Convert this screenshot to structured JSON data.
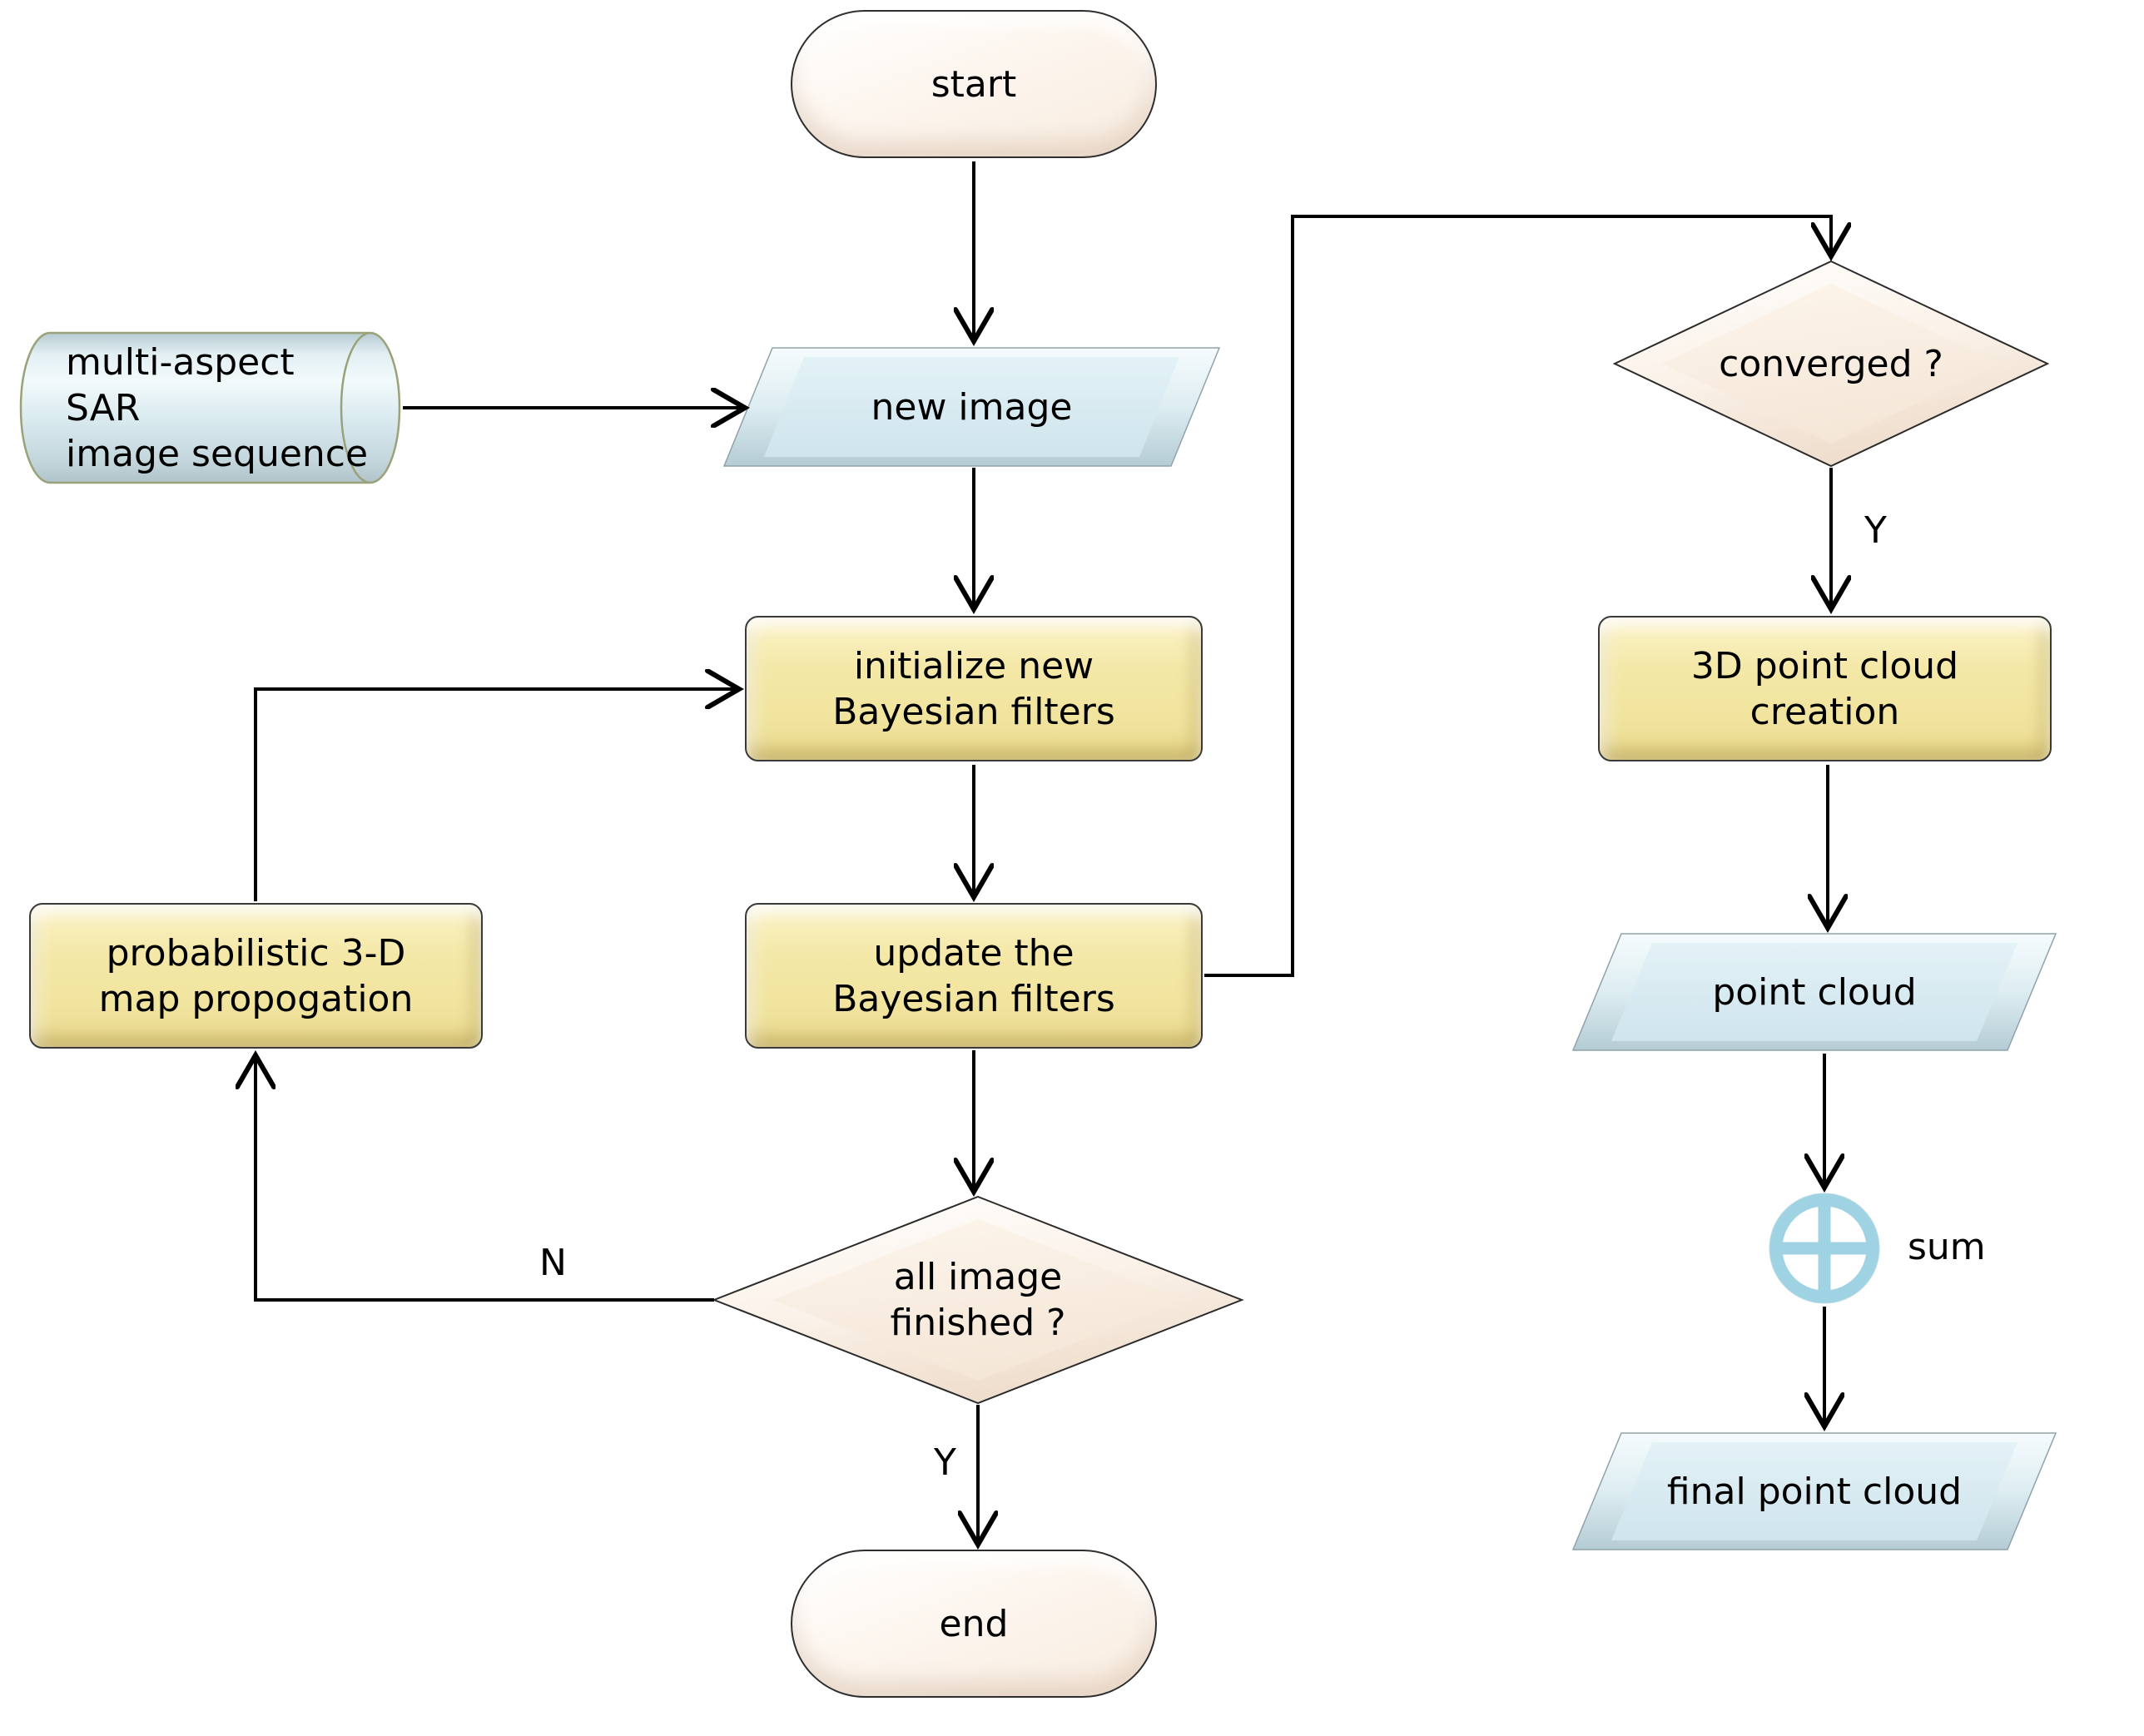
{
  "diagram": {
    "nodes": {
      "start": {
        "label": "start"
      },
      "sar_sequence": {
        "label": "multi-aspect SAR\nimage sequence"
      },
      "new_image": {
        "label": "new image"
      },
      "init_filters": {
        "label": "initialize new\nBayesian filters"
      },
      "update_filters": {
        "label": "update the\nBayesian filters"
      },
      "map_propagation": {
        "label": "probabilistic 3-D\nmap propogation"
      },
      "all_finished": {
        "label": "all image\nfinished ?"
      },
      "end": {
        "label": "end"
      },
      "converged": {
        "label": "converged ?"
      },
      "pc_creation": {
        "label": "3D point cloud\ncreation"
      },
      "point_cloud": {
        "label": "point cloud"
      },
      "sum": {
        "label": "sum"
      },
      "final_point_cloud": {
        "label": "final point cloud"
      }
    },
    "edge_labels": {
      "all_finished_yes": "Y",
      "all_finished_no": "N",
      "converged_yes": "Y"
    },
    "colors": {
      "terminal_fill": "#fbf3ea",
      "decision_fill": "#faf0e6",
      "process_fill": "#f2e5a4",
      "io_fill": "#d7ebf2",
      "storage_fill": "#dcebf0",
      "junction_color": "#9fd2e3",
      "connector_color": "#000000"
    }
  }
}
